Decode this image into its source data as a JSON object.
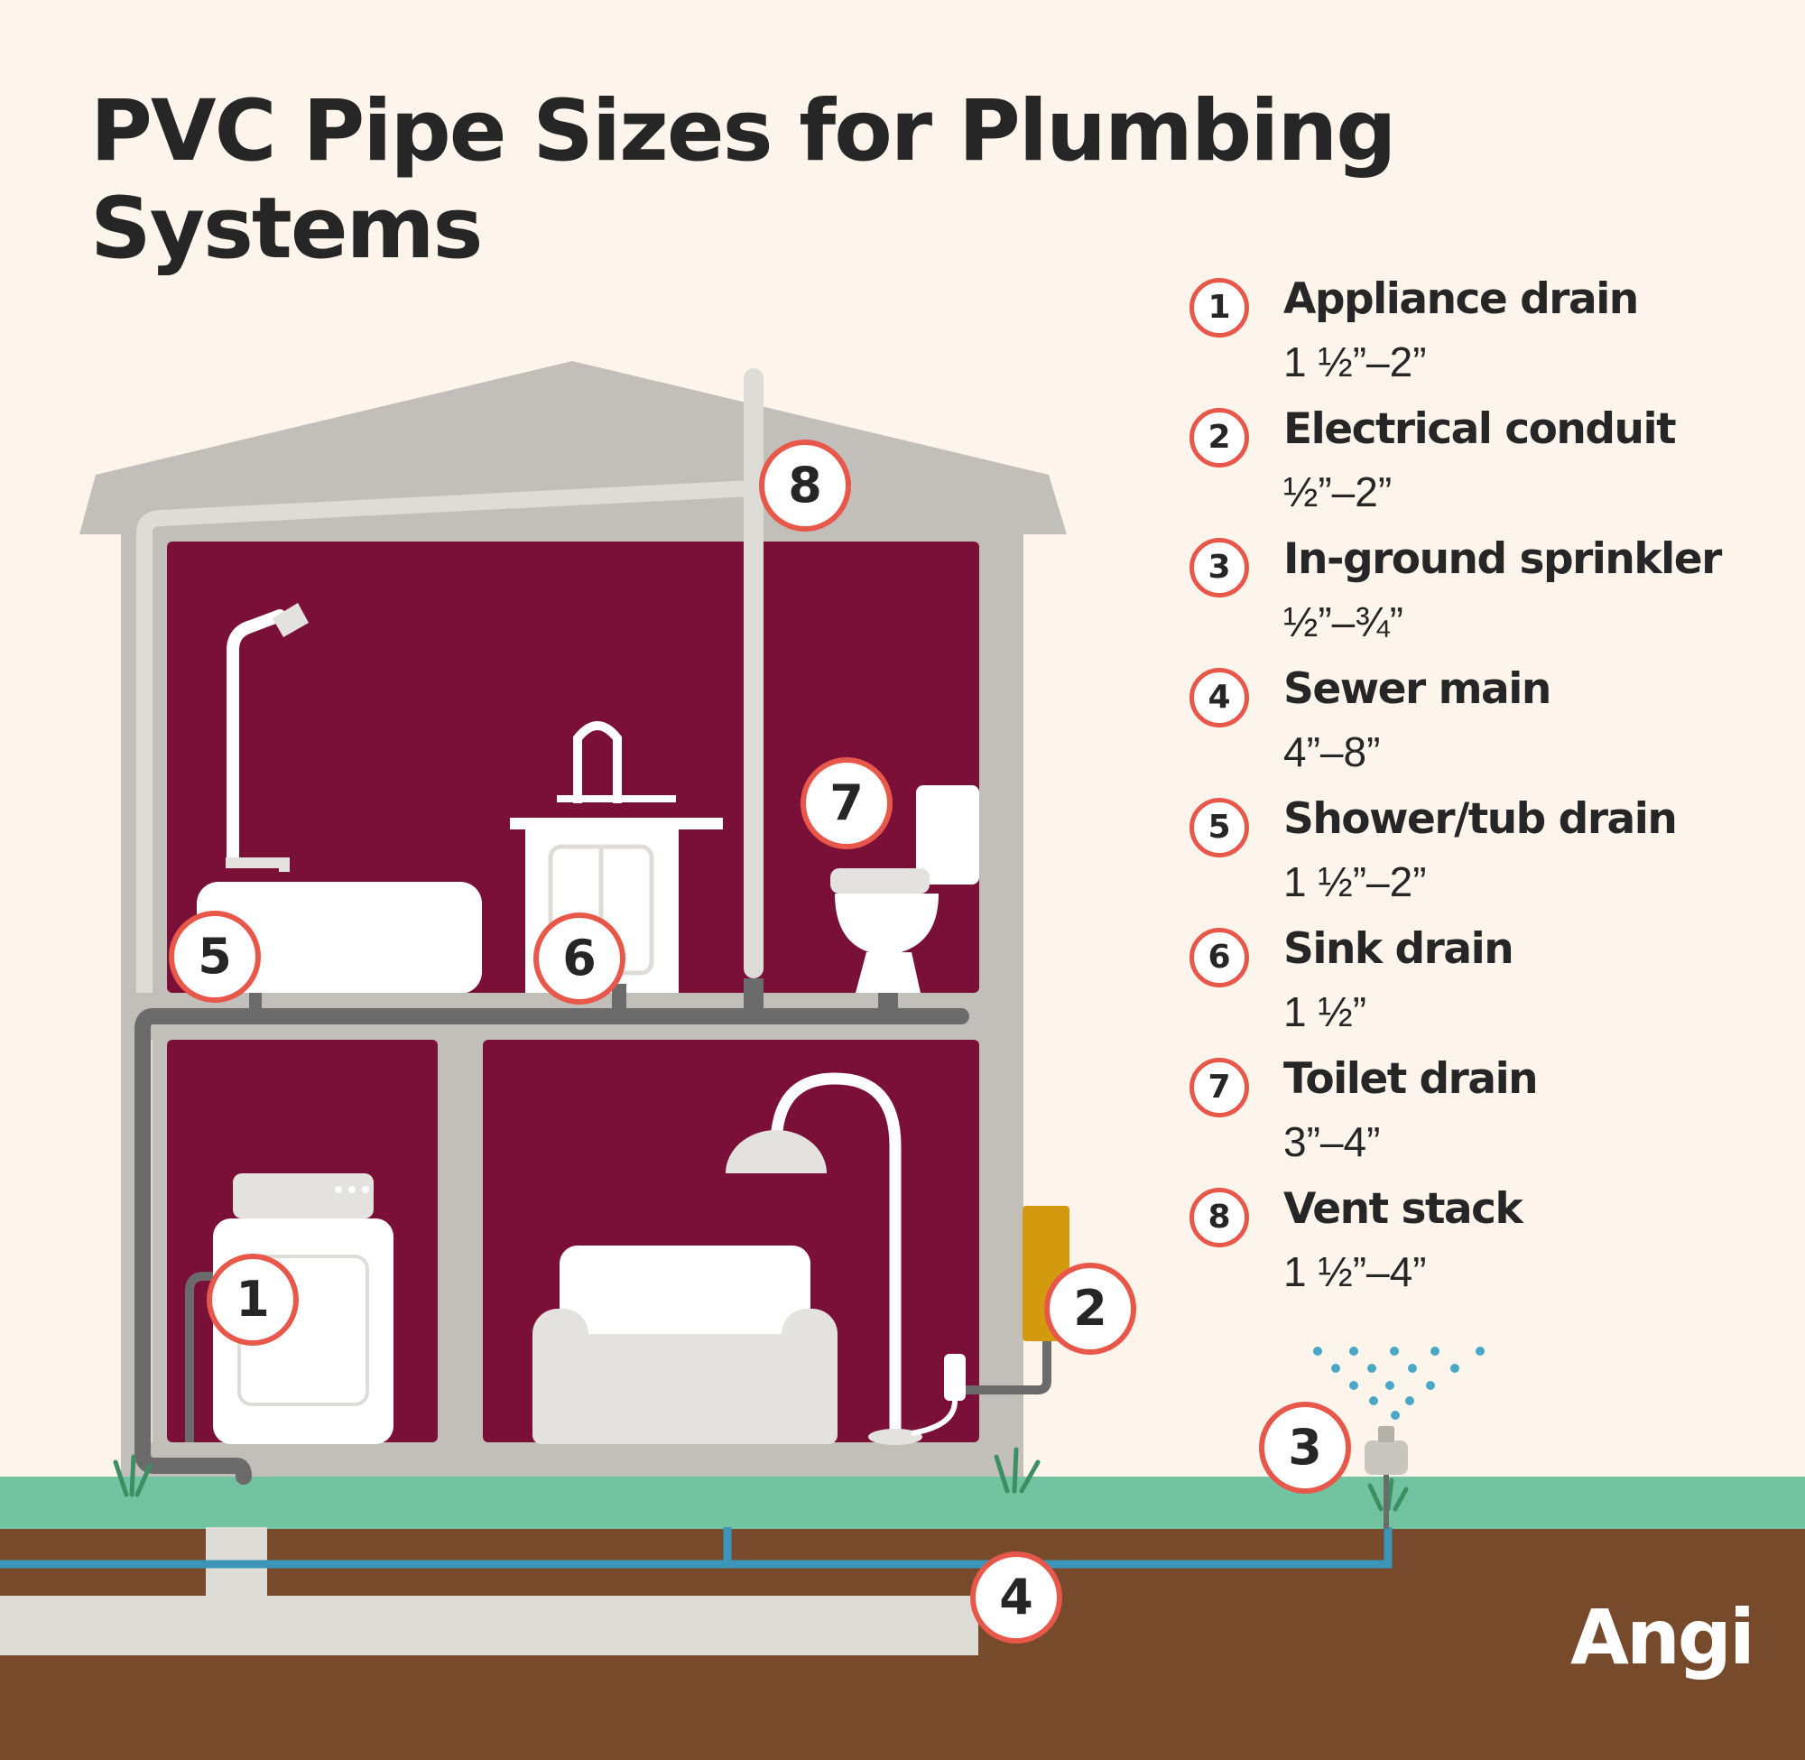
{
  "title": "PVC Pipe Sizes for Plumbing Systems",
  "legend": [
    {
      "number": "1",
      "name": "Appliance drain",
      "size": "1 ½”–2”"
    },
    {
      "number": "2",
      "name": "Electrical conduit",
      "size": "½”–2”"
    },
    {
      "number": "3",
      "name": "In-ground sprinkler",
      "size": "½”–¾”"
    },
    {
      "number": "4",
      "name": "Sewer main",
      "size": "4”–8”"
    },
    {
      "number": "5",
      "name": "Shower/tub drain",
      "size": "1 ½”–2”"
    },
    {
      "number": "6",
      "name": "Sink drain",
      "size": "1 ½”"
    },
    {
      "number": "7",
      "name": "Toilet drain",
      "size": "3”–4”"
    },
    {
      "number": "8",
      "name": "Vent stack",
      "size": "1 ½”–4”"
    }
  ],
  "logo": "Angi",
  "colors": {
    "background": "#fdf5ec",
    "house_wall": "#c2bfba",
    "room": "#7a1038",
    "drain_pipe": "#6b6b6b",
    "vent_pipe": "#dedcd7",
    "conduit_box": "#d39a10",
    "grass": "#72c3a0",
    "soil": "#774a2b",
    "water_line": "#3a95b8",
    "callout_border": "#e8584a"
  }
}
